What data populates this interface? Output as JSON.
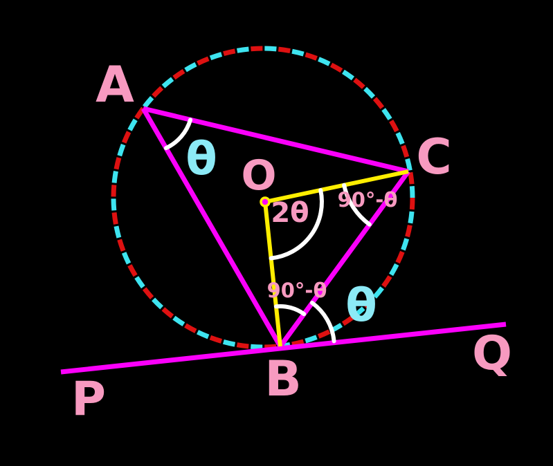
{
  "figure": {
    "type": "geometry-diagram",
    "subject": "circle with inscribed angle, central angle and tangent at B",
    "background": "#000000",
    "vertex_labels": {
      "A": "A",
      "B": "B",
      "C": "C",
      "O": "O",
      "P": "P",
      "Q": "Q"
    },
    "angle_labels": {
      "inscribed_at_A": "θ",
      "central_at_O": "2θ",
      "at_C": "90°-θ",
      "at_B_radius_chord": "90°-θ",
      "at_B_tangent_chord": "θ"
    },
    "colors": {
      "label_pink": "#f79ac0",
      "theta_cyan": "#8ceaf6",
      "line_magenta": "#fb00fb",
      "radius_yellow": "#ffee00",
      "arc_white": "#ffffff",
      "circle_dash_red": "#de1111",
      "circle_dash_cyan": "#3ee4f0",
      "center_dot_fill": "#fb00fb",
      "center_dot_ring": "#ffee00"
    }
  }
}
